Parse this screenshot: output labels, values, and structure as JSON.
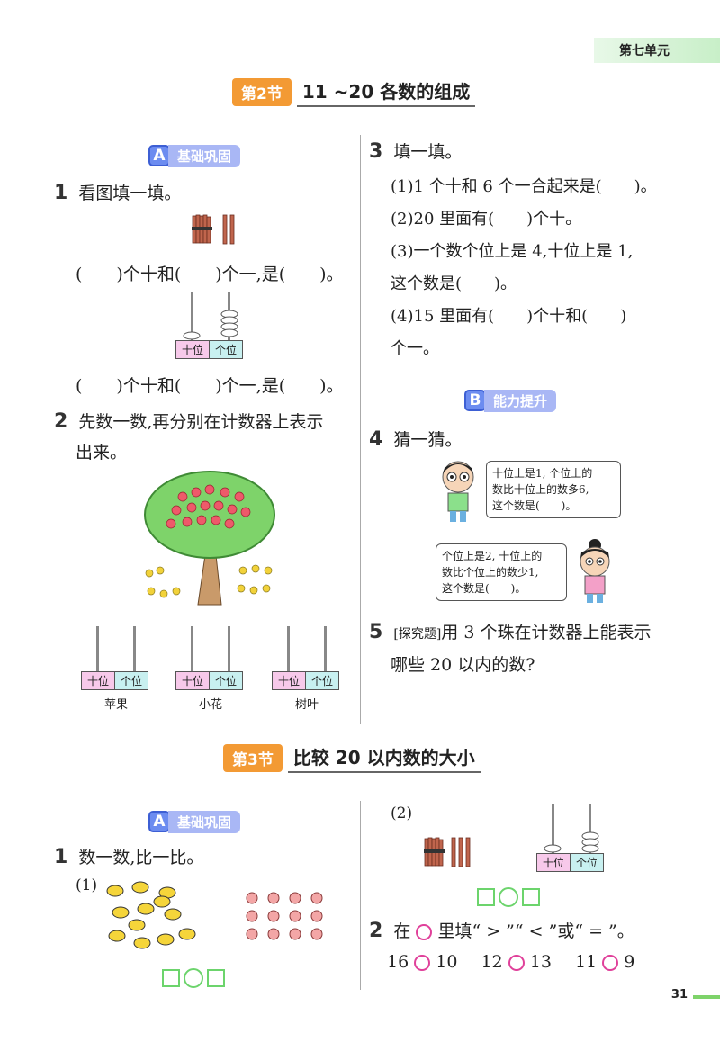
{
  "header": {
    "unit": "第七单元"
  },
  "section2": {
    "badge": "第2节",
    "title": "11 ~20 各数的组成"
  },
  "section3": {
    "badge": "第3节",
    "title": "比较 20 以内数的大小"
  },
  "levels": {
    "a_letter": "A",
    "a_text": "基础巩固",
    "b_letter": "B",
    "b_text": "能力提升"
  },
  "s2": {
    "q1": {
      "num": "1",
      "text": "看图填一填。",
      "line1": "(　　)个十和(　　)个一,是(　　)。",
      "line2": "(　　)个十和(　　)个一,是(　　)。"
    },
    "q2": {
      "num": "2",
      "text_a": "先数一数,再分别在计数器上表示",
      "text_b": "出来。"
    },
    "abacus": {
      "shi": "十位",
      "ge": "个位"
    },
    "abacus_labels": [
      "苹果",
      "小花",
      "树叶"
    ],
    "q3": {
      "num": "3",
      "text": "填一填。",
      "p1": "(1)1 个十和 6 个一合起来是(　　)。",
      "p2": "(2)20 里面有(　　)个十。",
      "p3a": "(3)一个数个位上是 4,十位上是 1,",
      "p3b": "这个数是(　　)。",
      "p4a": "(4)15 里面有(　　)个十和(　　)",
      "p4b": "个一。"
    },
    "q4": {
      "num": "4",
      "text": "猜一猜。",
      "bubble1": [
        "十位上是1, 个位上的",
        "数比十位上的数多6,",
        "这个数是(　　)。"
      ],
      "bubble2": [
        "个位上是2, 十位上的",
        "数比个位上的数少1,",
        "这个数是(　　)。"
      ]
    },
    "q5": {
      "num": "5",
      "tag": "[探究题]",
      "text_a": "用 3 个珠在计数器上能表示",
      "text_b": "哪些 20 以内的数?"
    }
  },
  "s3": {
    "q1": {
      "num": "1",
      "text": "数一数,比一比。",
      "p1": "(1)",
      "p2": "(2)"
    },
    "q2": {
      "num": "2",
      "text_a": "在",
      "text_b": "里填“ > ”“ < ”或“ = ”。",
      "items": [
        {
          "a": "16",
          "b": "10"
        },
        {
          "a": "12",
          "b": "13"
        },
        {
          "a": "11",
          "b": "9"
        }
      ]
    }
  },
  "footer": {
    "page": "31"
  }
}
